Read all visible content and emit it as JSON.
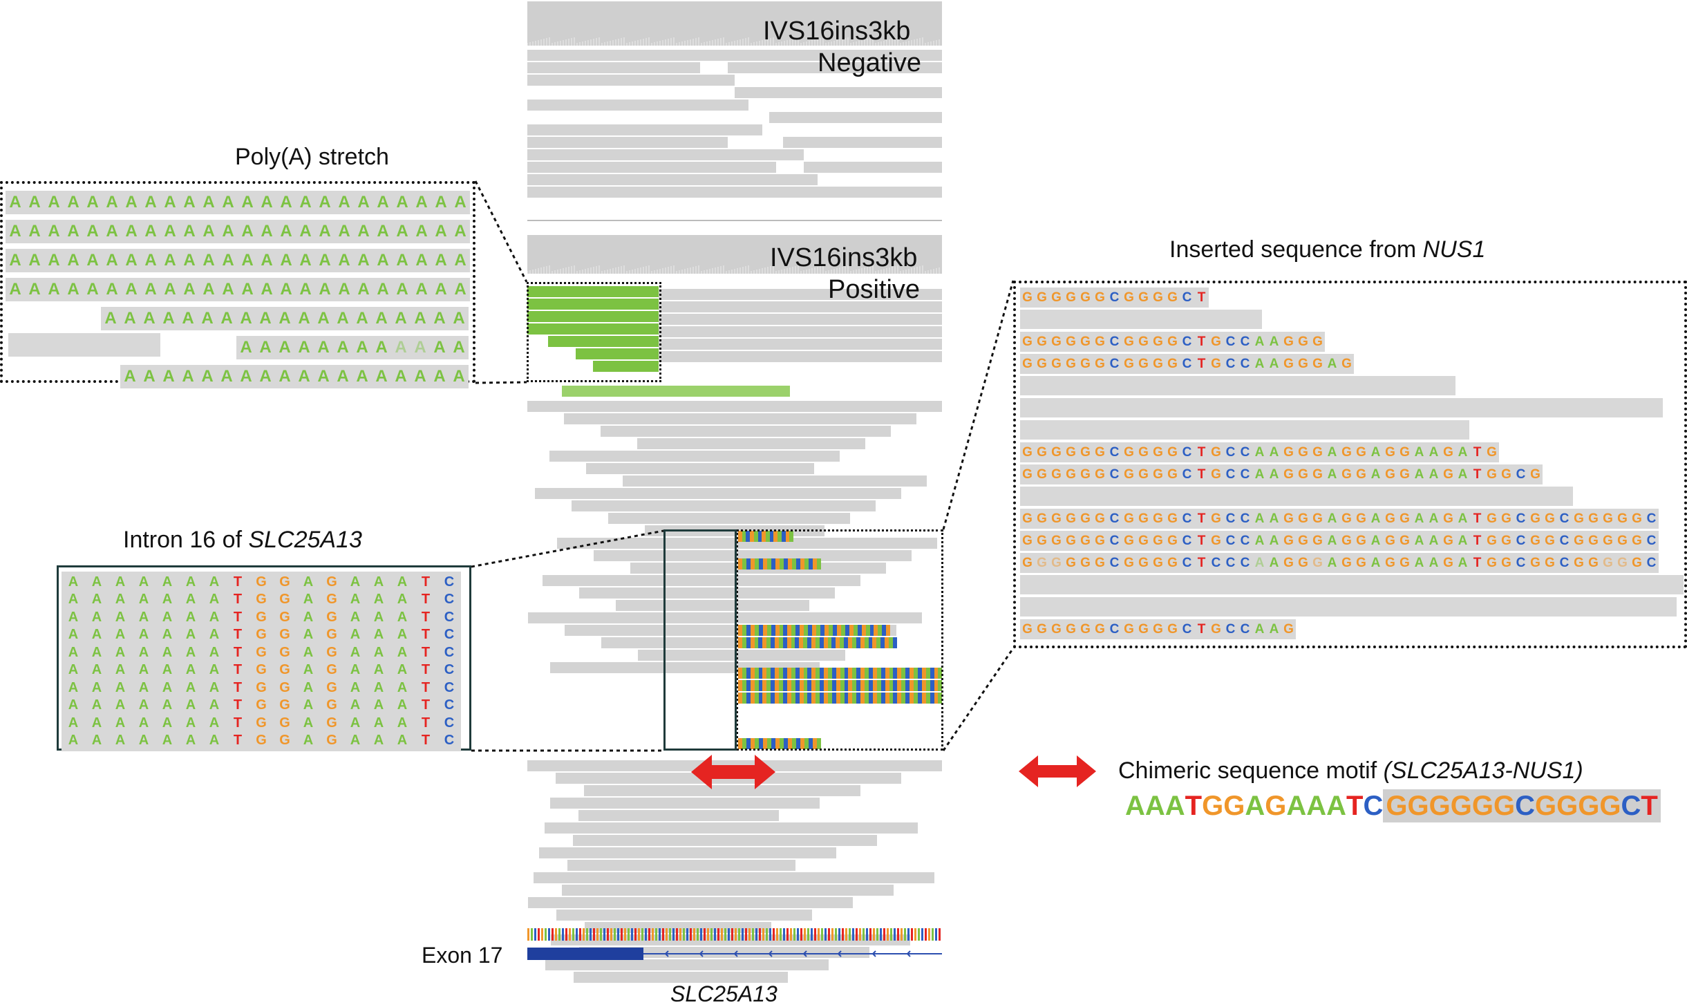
{
  "labels": {
    "negative_title": "IVS16ins3kb",
    "negative_sub": "Negative",
    "positive_title": "IVS16ins3kb",
    "positive_sub": "Positive",
    "polya_title": "Poly(A) stretch",
    "intron_title_prefix": "Intron 16 of ",
    "intron_title_gene": "SLC25A13",
    "inserted_title_prefix": "Inserted sequence from ",
    "inserted_title_gene": "NUS1",
    "exon_label": "Exon 17",
    "gene_label": "SLC25A13",
    "chimeric_prefix": "Chimeric sequence motif ",
    "chimeric_genes": "(SLC25A13-NUS1)",
    "chimeric_seq_a": "AAATGGAGAAATC",
    "chimeric_seq_b": "GGGGGGCGGGGCT"
  },
  "polya_rows": [
    "AAAAAAAAAAAAAAAAAAAAAAAA",
    "AAAAAAAAAAAAAAAAAAAAAAAA",
    "AAAAAAAAAAAAAAAAAAAAAAAA",
    "AAAAAAAAAAAAAAAAAAAAAAAA",
    "AAAAAAAAAAAAAAAAAAA",
    "AAAAAAAAAAAA",
    "AAAAAAAAAAAAAAAAAA"
  ],
  "intron_rows": [
    "AAAAAAATGGAGAAATC",
    "AAAAAAATGGAGAAATC",
    "AAAAAAATGGAGAAATC",
    "AAAAAAATGGAGAAATC",
    "AAAAAAATGGAGAAATC",
    "AAAAAAATGGAGAAATC",
    "AAAAAAATGGAGAAATC",
    "AAAAAAATGGAGAAATC",
    "AAAAAAATGGAGAAATC",
    "AAAAAAATGGAGAAATC"
  ],
  "inserted_rows": [
    "GGGGGGCGGGGCT",
    "",
    "GGGGGGCGGGGCTGCCAAGGG",
    "GGGGGGCGGGGCTGCCAAGGGAG",
    "",
    "",
    "",
    "GGGGGGCGGGGCTGCCAAGGGAGGAGGAAGATG",
    "GGGGGGCGGGGCTGCCAAGGGAGGAGGAAGATGGCG",
    "",
    "GGGGGGCGGGGCTGCCAAGGGAGGAGGAAGATGGCGGCGGGGGC",
    "GGGGGGCGGGGCTGCCAAGGGAGGAGGAAGATGGCGGCGGGGGC",
    "GGGGGGCGGGGCTCCCAAGGGAGGAGGAAGATGGCGGCGGGGGC",
    "",
    "",
    "GGGGGGCGGGGCTGCCAAG"
  ],
  "colors": {
    "A": "#7cc242",
    "G": "#f0962a",
    "C": "#2c5fc4",
    "T": "#e52421",
    "read": "#d3d3d3",
    "arrow": "#e52421",
    "exon": "#1f3f9e"
  }
}
